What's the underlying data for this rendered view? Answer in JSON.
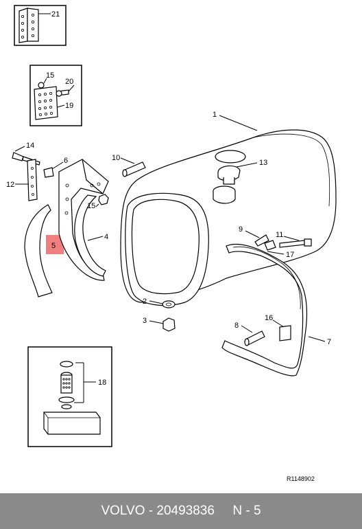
{
  "drawing_ref": "R1148902",
  "callouts": {
    "c1": "1",
    "c2": "2",
    "c3": "3",
    "c4": "4",
    "c5": "5",
    "c6": "6",
    "c7": "7",
    "c8": "8",
    "c9": "9",
    "c10": "10",
    "c11": "11",
    "c12": "12",
    "c13": "13",
    "c14": "14",
    "c15a": "15",
    "c15b": "15",
    "c16": "16",
    "c17": "17",
    "c18": "18",
    "c19": "19",
    "c20": "20",
    "c21": "21"
  },
  "highlight_color": "#f08080",
  "footer": {
    "brand": "VOLVO",
    "separator": " - ",
    "part_number": "20493836",
    "position": "N - 5"
  }
}
